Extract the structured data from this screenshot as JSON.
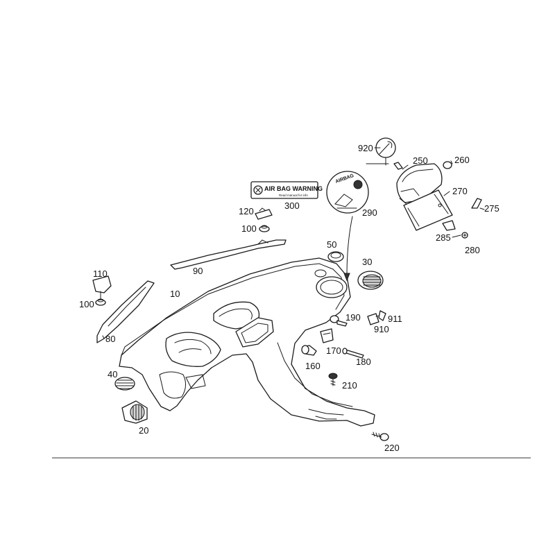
{
  "warning_label": {
    "text": "AIR BAG WARNING",
    "subtext": "Read manual for info"
  },
  "airbag_badge": {
    "text": "AIRBAG"
  },
  "part_labels": {
    "p10": "10",
    "p20": "20",
    "p30": "30",
    "p40": "40",
    "p50": "50",
    "p80": "80",
    "p90": "90",
    "p100a": "100",
    "p100b": "100",
    "p110": "110",
    "p120": "120",
    "p160": "160",
    "p170": "170",
    "p180": "180",
    "p190": "190",
    "p210": "210",
    "p220": "220",
    "p250": "250",
    "p260": "260",
    "p270": "270",
    "p275": "275",
    "p280": "280",
    "p285": "285",
    "p290": "290",
    "p300": "300",
    "p910": "910",
    "p911": "911",
    "p920": "920"
  }
}
